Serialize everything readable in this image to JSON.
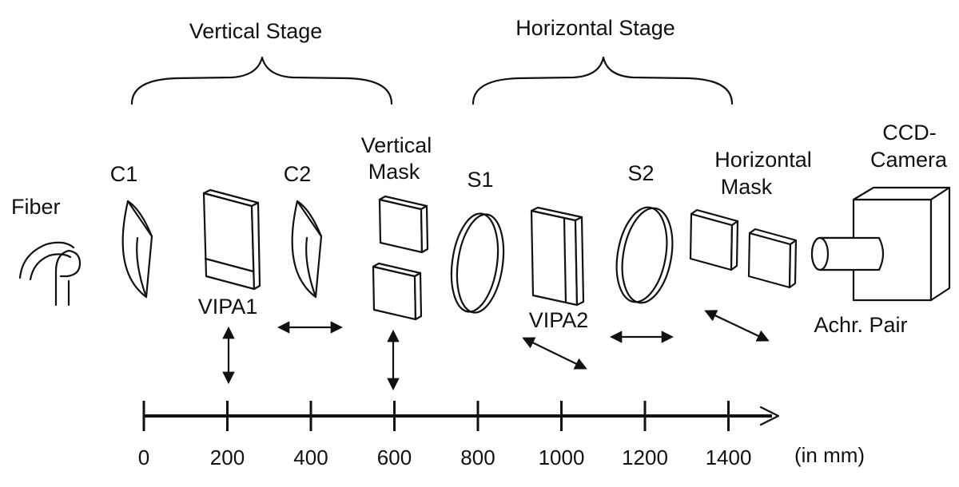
{
  "stages": {
    "vertical": "Vertical Stage",
    "horizontal": "Horizontal Stage"
  },
  "labels": {
    "fiber": "Fiber",
    "c1": "C1",
    "c2": "C2",
    "vertical_mask_line1": "Vertical",
    "vertical_mask_line2": "Mask",
    "s1": "S1",
    "s2": "S2",
    "horizontal_mask_line1": "Horizontal",
    "horizontal_mask_line2": "Mask",
    "ccd_line1": "CCD-",
    "ccd_line2": "Camera",
    "vipa1": "VIPA1",
    "vipa2": "VIPA2",
    "achr_pair": "Achr. Pair"
  },
  "axis": {
    "ticks": [
      "0",
      "200",
      "400",
      "600",
      "800",
      "1000",
      "1200",
      "1400"
    ],
    "unit": "(in mm)"
  }
}
